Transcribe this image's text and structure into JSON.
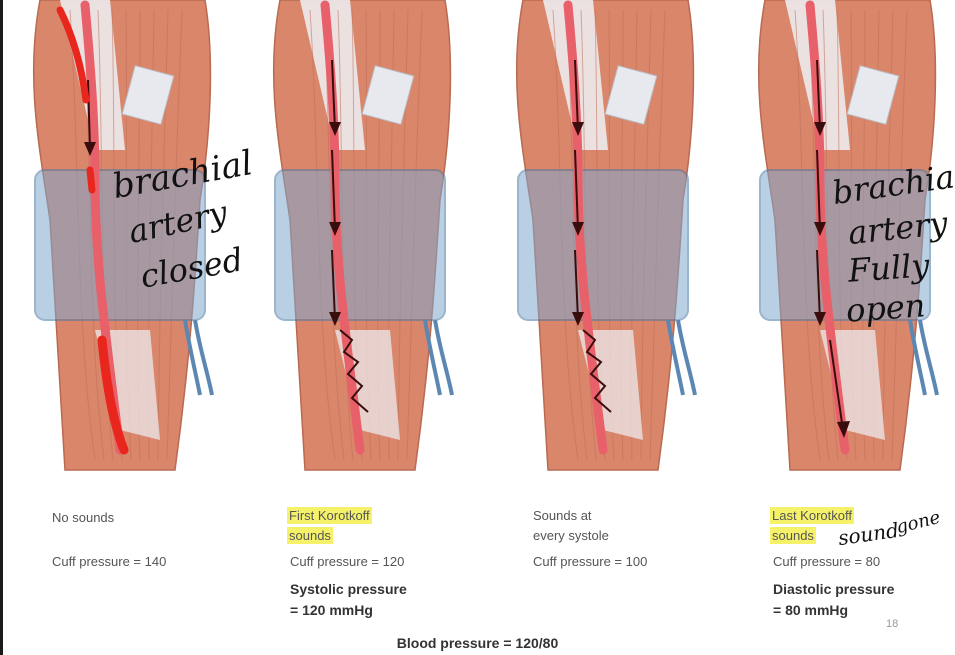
{
  "panels": [
    {
      "caption": [
        "No sounds"
      ],
      "highlighted": false,
      "cuff": "Cuff pressure = 140",
      "pressure": []
    },
    {
      "caption": [
        "First Korotkoff",
        "sounds"
      ],
      "highlighted": true,
      "cuff": "Cuff pressure = 120",
      "pressure": [
        "Systolic pressure",
        "= 120 mmHg"
      ]
    },
    {
      "caption": [
        "Sounds at",
        "every systole"
      ],
      "highlighted": false,
      "cuff": "Cuff pressure = 100",
      "pressure": []
    },
    {
      "caption": [
        "Last Korotkoff",
        "sounds"
      ],
      "highlighted": true,
      "cuff": "Cuff pressure = 80",
      "pressure": [
        "Diastolic pressure",
        "= 80 mmHg"
      ]
    }
  ],
  "footer": "Blood pressure = 120/80",
  "page_number": "18",
  "handwritten": {
    "left": [
      "brachial",
      "artery",
      "closed"
    ],
    "right": [
      "brachial",
      "artery",
      "Fully",
      "open"
    ],
    "sound_gone": [
      "sound",
      "gone"
    ]
  },
  "colors": {
    "highlight": "#f5f26a",
    "artery": "#e8616a",
    "red_marker": "#e8261d",
    "cuff": "#7fa8cf",
    "muscle": "#d9866a"
  }
}
